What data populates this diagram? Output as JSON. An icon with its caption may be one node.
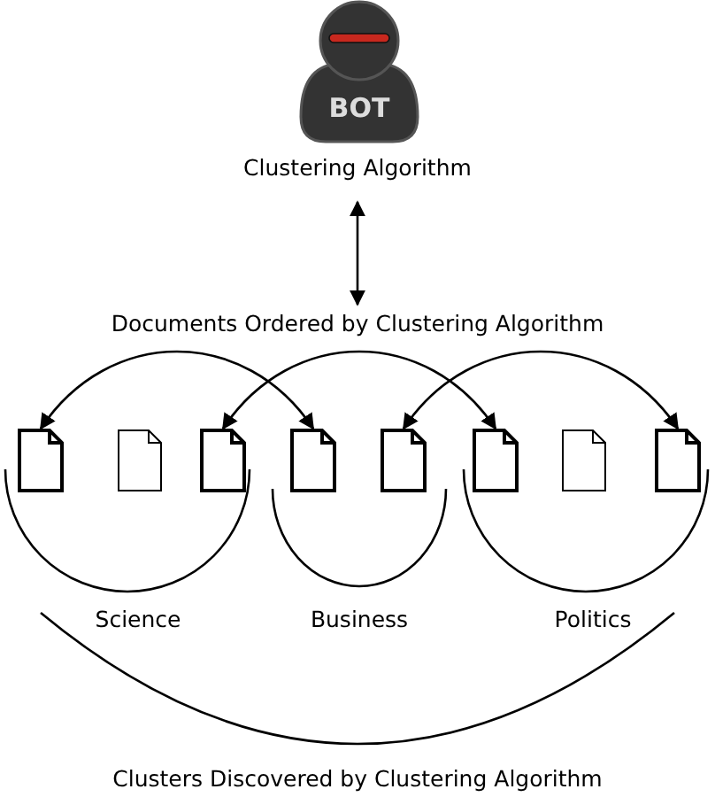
{
  "diagram": {
    "nodes": [
      {
        "text": [
          "BOT",
          "Clustering Algorithm"
        ]
      },
      {
        "text": [
          "Documents Ordered by Clustering Algorithm"
        ]
      },
      {
        "text": [],
        "shape": "document"
      },
      {
        "text": [],
        "shape": "document"
      },
      {
        "text": [],
        "shape": "document"
      },
      {
        "text": [],
        "shape": "document"
      },
      {
        "text": [],
        "shape": "document"
      },
      {
        "text": [],
        "shape": "document"
      },
      {
        "text": [],
        "shape": "document"
      },
      {
        "text": [],
        "shape": "document"
      }
    ],
    "edges": [
      {
        "from": 0,
        "to": 1,
        "arrow": "both"
      },
      {
        "from": 2,
        "to": 5,
        "arrow": "both"
      },
      {
        "from": 4,
        "to": 7,
        "arrow": "both"
      },
      {
        "from": 6,
        "to": 9,
        "arrow": "both"
      }
    ],
    "labels": [
      "Science",
      "Business",
      "Politics",
      "Clusters Discovered by Clustering Algorithm"
    ]
  }
}
